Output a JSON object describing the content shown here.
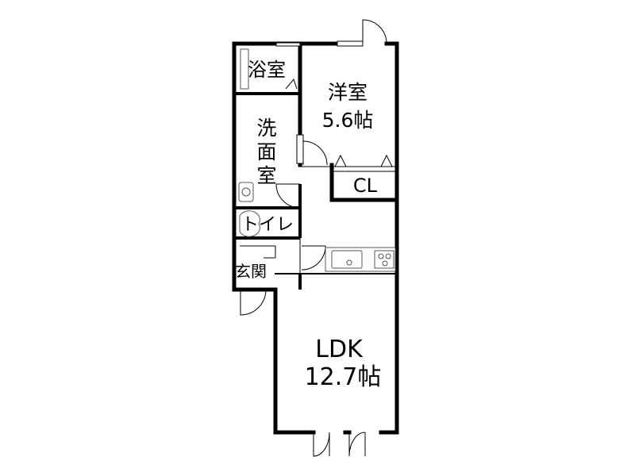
{
  "rooms": {
    "bath": "浴室",
    "western_name": "洋室",
    "western_size": "5.6帖",
    "washroom": [
      "洗",
      "面",
      "室"
    ],
    "closet": "CL",
    "toilet": "トイレ",
    "entrance": "玄関",
    "ldk_name": "LDK",
    "ldk_size": "12.7帖"
  },
  "colors": {
    "wall": "#000000",
    "fixture": "#555555",
    "background": "#ffffff"
  }
}
